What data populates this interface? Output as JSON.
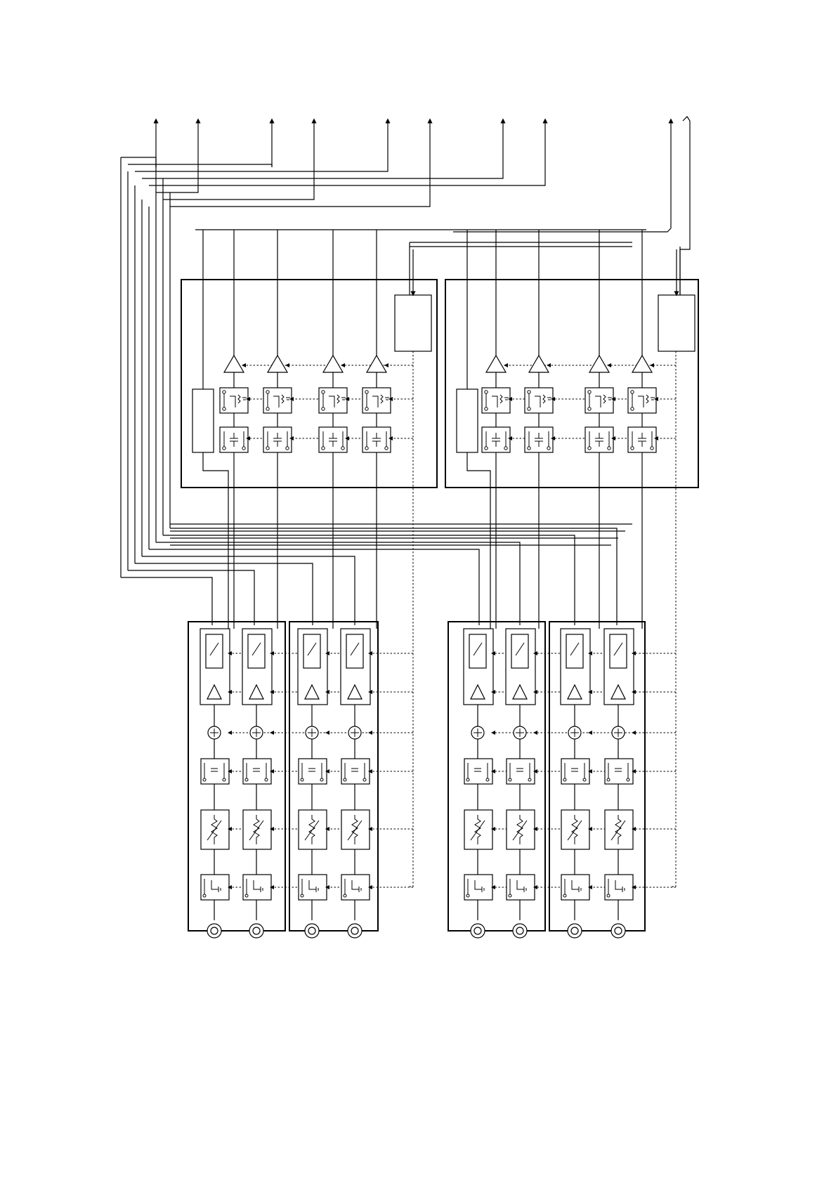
{
  "diagram": {
    "type": "schematic block diagram",
    "accent_color": "#000000",
    "background_color": "#ffffff",
    "interface_units": 2,
    "channels_per_interface_unit": 4,
    "interface_unit_blocks": [
      "amplifier",
      "resistor-switch",
      "capacitor-switch"
    ],
    "channel_module_groups": 2,
    "modules_per_group": 2,
    "channels_per_module": 2,
    "channel_module_blocks": [
      "relay",
      "amplifier",
      "summing-junction",
      "capacitor-switch",
      "variable-resistor",
      "ground-switch",
      "connector"
    ]
  }
}
